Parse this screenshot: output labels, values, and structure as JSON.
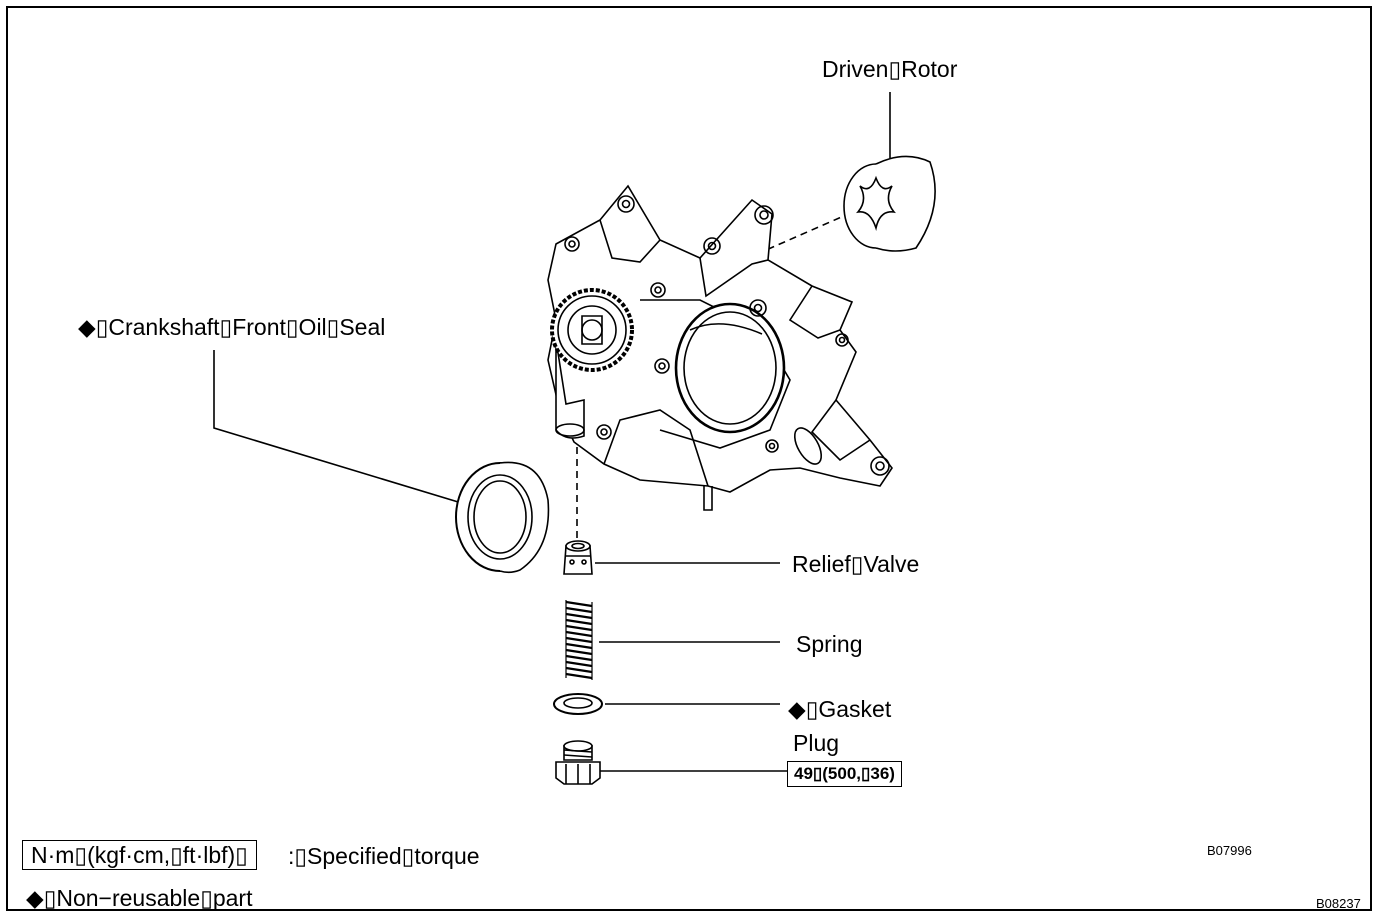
{
  "labels": {
    "driven_rotor": "Driven▯Rotor",
    "crankshaft_seal": "◆▯Crankshaft▯Front▯Oil▯Seal",
    "relief_valve": "Relief▯Valve",
    "spring": "Spring",
    "gasket": "◆▯Gasket",
    "plug": "Plug",
    "torque_value": "49▯(500,▯36)"
  },
  "legend": {
    "torque_units": "N·m▯(kgf·cm,▯ft·lbf)▯",
    "torque_desc": ":▯Specified▯torque",
    "nonreusable": "◆▯Non−reusable▯part"
  },
  "codes": {
    "fig_code": "B07996",
    "page_code": "B08237"
  }
}
